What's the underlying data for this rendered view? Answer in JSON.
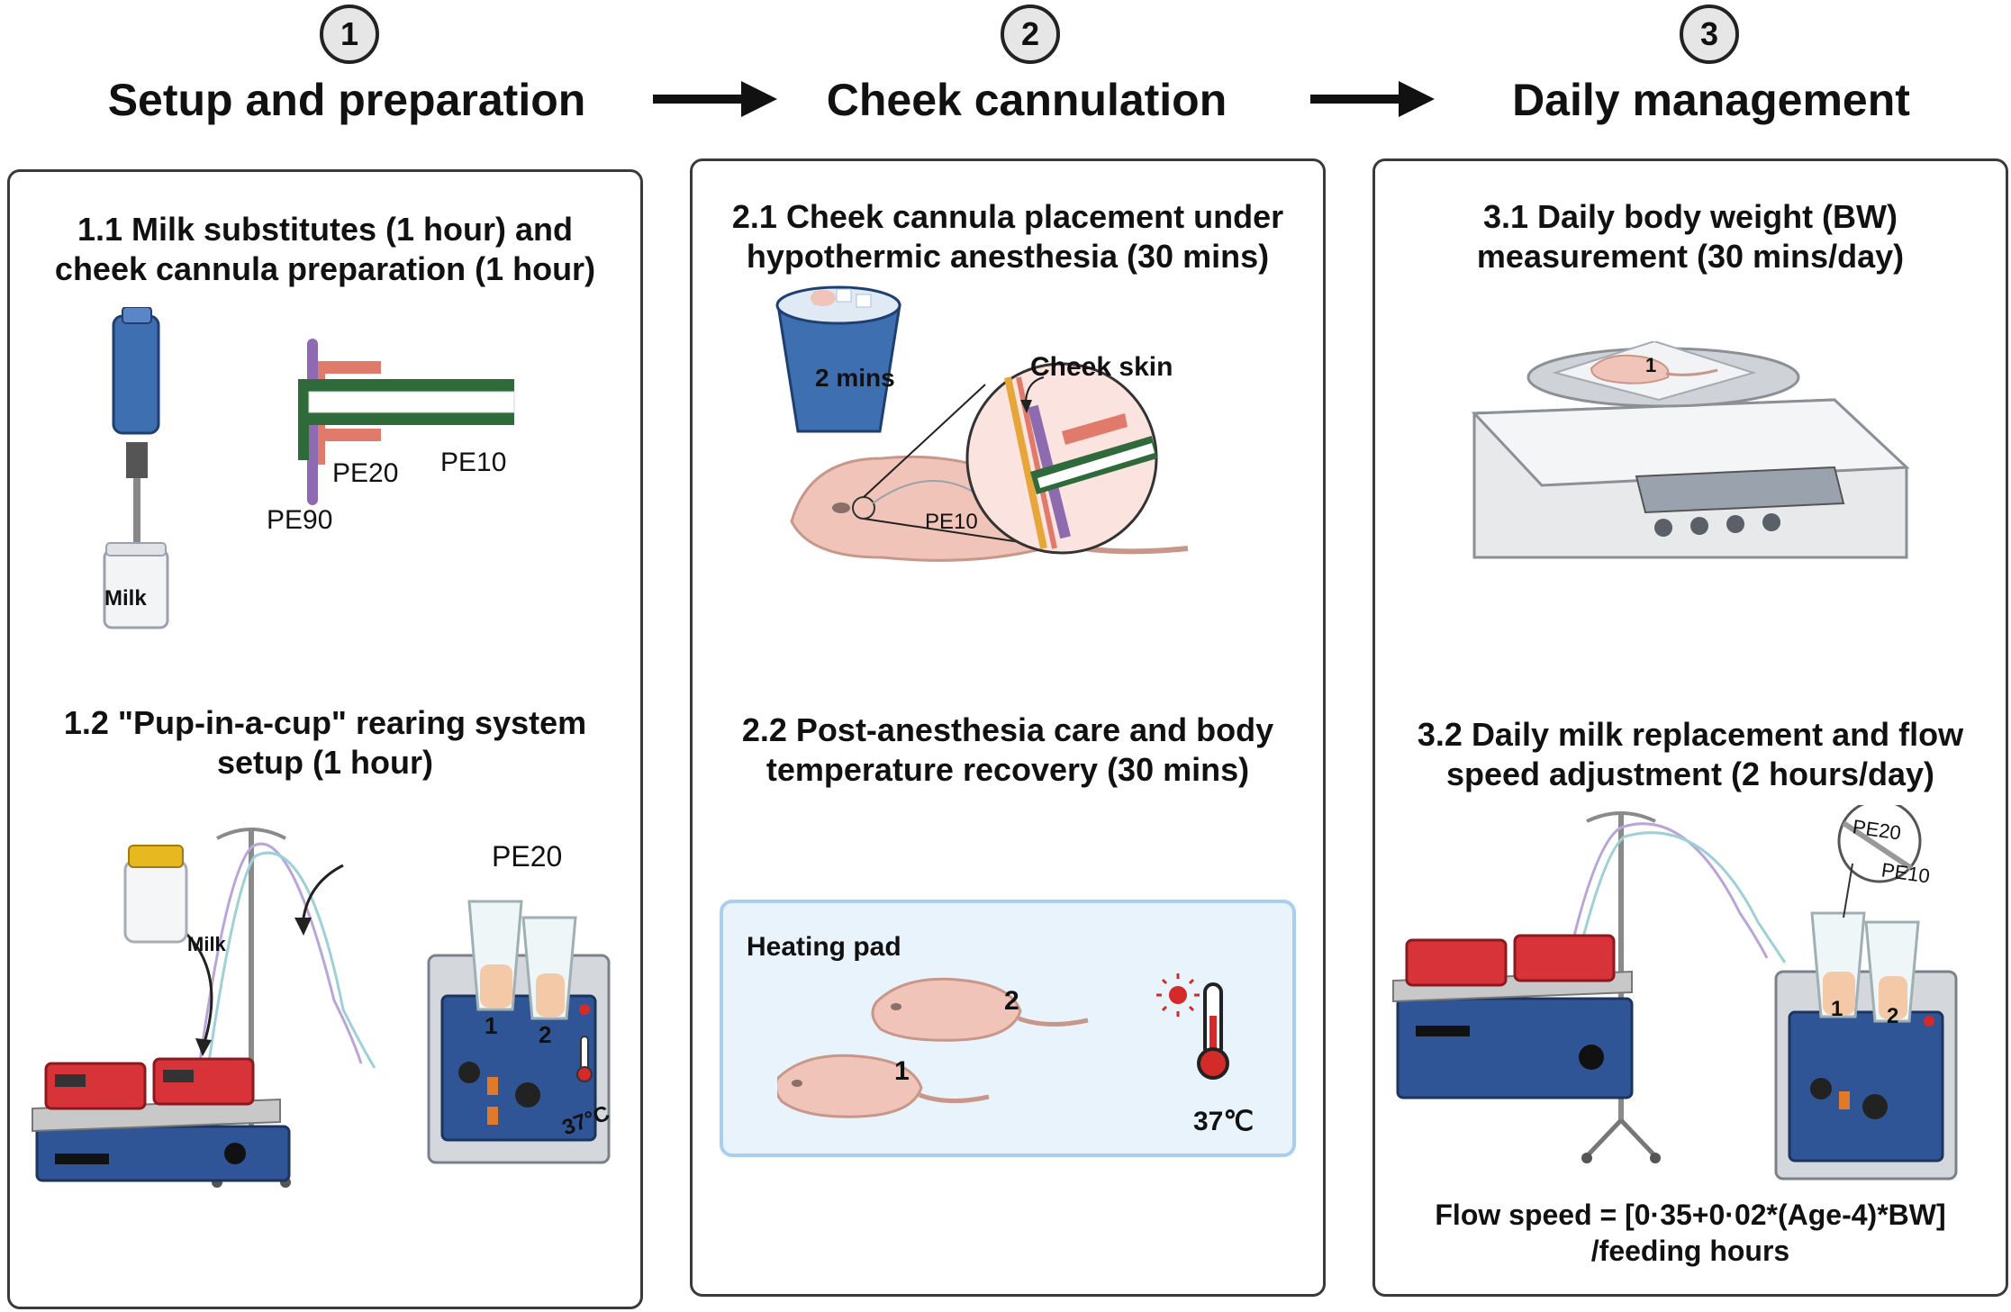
{
  "steps": [
    {
      "number": "1",
      "title": "Setup and preparation"
    },
    {
      "number": "2",
      "title": "Cheek cannulation"
    },
    {
      "number": "3",
      "title": "Daily management"
    }
  ],
  "panel1": {
    "sub1_line1": "1.1 Milk substitutes (1 hour) and",
    "sub1_line2": "cheek cannula preparation (1 hour)",
    "milk_label": "Milk",
    "pe20": "PE20",
    "pe10": "PE10",
    "pe90": "PE90",
    "sub2_line1": "1.2 \"Pup-in-a-cup\" rearing system",
    "sub2_line2": "setup (1 hour)",
    "pe20_tube": "PE20",
    "milk_jar": "Milk",
    "cup1": "1",
    "cup2": "2",
    "bath_temp": "37°C"
  },
  "panel2": {
    "sub1_line1": "2.1 Cheek cannula placement under",
    "sub1_line2": "hypothermic anesthesia (30 mins)",
    "ice_time": "2 mins",
    "cheek_skin": "Cheek skin",
    "pe10": "PE10",
    "sub2_line1": "2.2 Post-anesthesia care and body",
    "sub2_line2": "temperature recovery (30 mins)",
    "heating_pad": "Heating pad",
    "pup1": "1",
    "pup2": "2",
    "pad_temp": "37℃"
  },
  "panel3": {
    "sub1_line1": "3.1 Daily body weight (BW)",
    "sub1_line2": "measurement (30 mins/day)",
    "scale_pup": "1",
    "sub2_line1": "3.2 Daily milk replacement and flow",
    "sub2_line2": "speed adjustment (2 hours/day)",
    "pe20": "PE20",
    "pe10": "PE10",
    "cup1": "1",
    "cup2": "2",
    "formula_line1": "Flow speed = [0·35+0·02*(Age-4)*BW]",
    "formula_line2": "/feeding hours"
  },
  "colors": {
    "pump_red": "#d9333a",
    "pump_base_blue": "#2f5597",
    "pe90_purple": "#8e6bb0",
    "pe20_salmon": "#e07a6a",
    "pe10_green": "#2f6a3b",
    "pup_pink": "#f0c4b8",
    "pad_blue": "#e9f3fc",
    "thermo_red": "#d42a2a"
  }
}
